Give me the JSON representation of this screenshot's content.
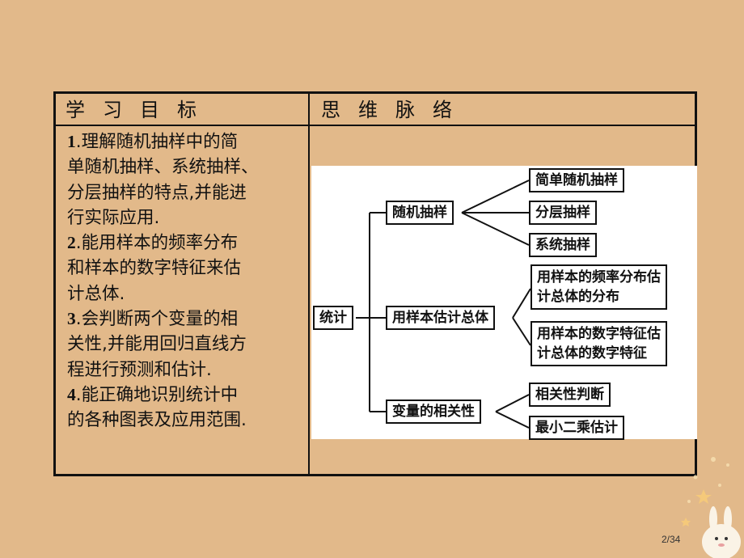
{
  "table": {
    "header_left": "学习目标",
    "header_right": "思维脉络",
    "goals": [
      {
        "num": "1",
        "lines": [
          ".理解随机抽样中的简",
          "单随机抽样、系统抽样、",
          "分层抽样的特点,并能进",
          "行实际应用."
        ]
      },
      {
        "num": "2",
        "lines": [
          ".能用样本的频率分布",
          "和样本的数字特征来估",
          "计总体."
        ]
      },
      {
        "num": "3",
        "lines": [
          ".会判断两个变量的相",
          "关性,并能用回归直线方",
          "程进行预测和估计."
        ]
      },
      {
        "num": "4",
        "lines": [
          ".能正确地识别统计中",
          "的各种图表及应用范围."
        ]
      }
    ]
  },
  "mindmap": {
    "root": "统计",
    "branches": [
      {
        "label": "随机抽样",
        "children": [
          "简单随机抽样",
          "分层抽样",
          "系统抽样"
        ]
      },
      {
        "label": "用样本估计总体",
        "children": [
          [
            "用样本的频率分布估",
            "计总体的分布"
          ],
          [
            "用样本的数字特征估",
            "计总体的数字特征"
          ]
        ]
      },
      {
        "label": "变量的相关性",
        "children": [
          "相关性判断",
          "最小二乘估计"
        ]
      }
    ]
  },
  "page_number": "2/34"
}
